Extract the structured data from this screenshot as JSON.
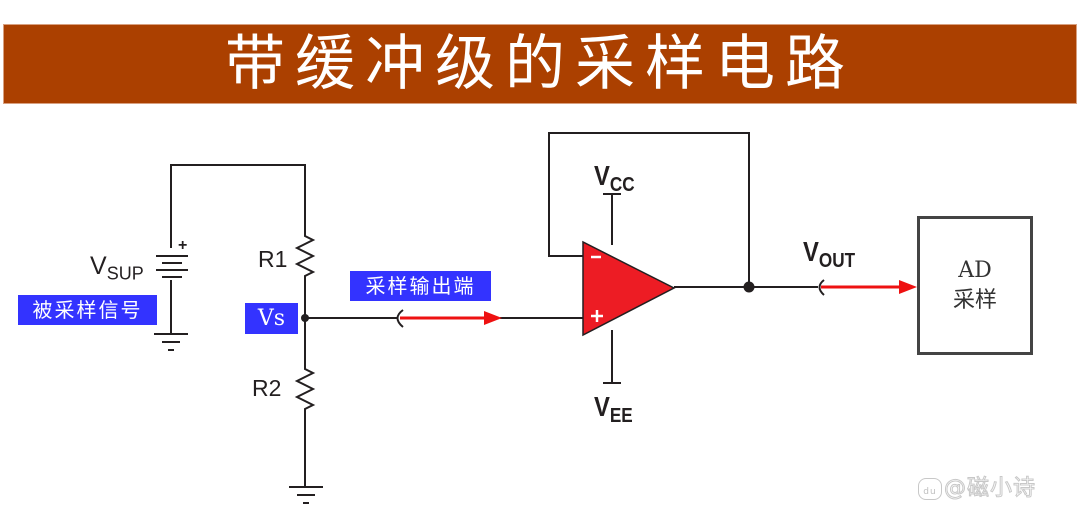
{
  "title": "带缓冲级的采样电路",
  "labels": {
    "vsup_main": "V",
    "vsup_sub": "SUP",
    "vsup_plus": "+",
    "r1": "R1",
    "r2": "R2",
    "vcc_main": "V",
    "vcc_sub": "CC",
    "vee_main": "V",
    "vee_sub": "EE",
    "vout_main": "V",
    "vout_sub": "OUT",
    "opamp_minus": "−",
    "opamp_plus": "+"
  },
  "tags": {
    "sampled_signal": "被采样信号",
    "vs": "Vs",
    "sample_output": "采样输出端"
  },
  "ad_box": {
    "line1": "AD",
    "line2": "采样"
  },
  "watermark": {
    "icon": "du",
    "text": "@磁小诗"
  },
  "colors": {
    "title_bg": "#ab4000",
    "tag_bg": "#3333ff",
    "opamp_fill": "#ed1c24",
    "arrow": "#ee1111",
    "wire": "#231f20"
  }
}
